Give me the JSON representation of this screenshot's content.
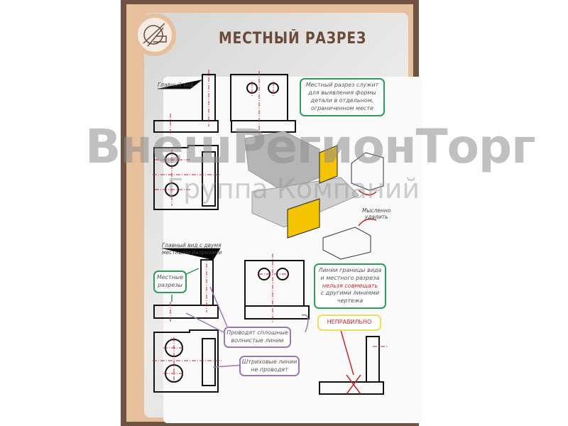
{
  "title": "МЕСТНЫЙ РАЗРЕЗ",
  "labels": {
    "main_view": "Главный вид",
    "main_view_two_cuts_1": "Главный вид с двумя",
    "main_view_two_cuts_2": "местными разрезами",
    "mentally_remove_1": "Мысленно",
    "mentally_remove_2": "удалить"
  },
  "notes": {
    "purpose": [
      "Местный разрез служит",
      "для выявления формы",
      "детали в отдельном,",
      "ограниченном месте"
    ],
    "local_cuts": [
      "Местные",
      "разрезы"
    ],
    "boundary": [
      "Линии границы вида",
      "и местного разреза",
      "нельзя совмещать",
      "с другими линиями",
      "чертежа"
    ],
    "wavy": [
      "Проводят сплошные",
      "волнистые линии"
    ],
    "dashed": [
      "Штриховые линии",
      "не проводят"
    ],
    "wrong": "НЕПРАВИЛЬНО"
  },
  "watermark": {
    "line1": "Группа Компаний",
    "line2": "ВнешРегионТорг"
  },
  "colors": {
    "frame": "#6e5242",
    "tan": "#e6bf9c",
    "title": "#6b4a3a",
    "green": "#2e9a5c",
    "purple": "#9a78b8",
    "red": "#c2282a",
    "yellow": "#f5c400"
  }
}
